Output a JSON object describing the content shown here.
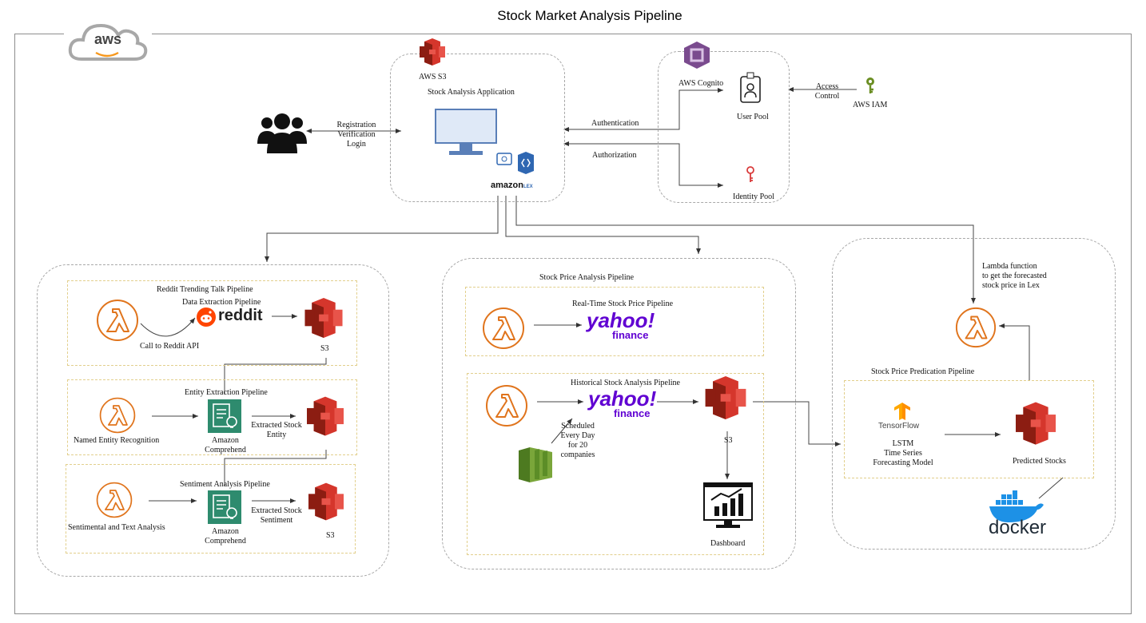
{
  "title": "Stock Market Analysis Pipeline",
  "aws_logo_text": "aws",
  "app": {
    "s3_label": "AWS S3",
    "name": "Stock Analysis Application",
    "lex_logo": "amazon",
    "lex_suffix": "LEX"
  },
  "user_flow": {
    "line1": "Registration",
    "line2": "Verification",
    "line3": "Login"
  },
  "auth": {
    "authentication": "Authentication",
    "authorization": "Authorization"
  },
  "cognito": {
    "label": "AWS Cognito",
    "user_pool": "User Pool",
    "identity_pool": "Identity Pool",
    "access_line1": "Access",
    "access_line2": "Control",
    "iam": "AWS IAM"
  },
  "reddit_group": {
    "reddit_title": "Reddit Trending Talk Pipeline",
    "data_extraction": "Data Extraction Pipeline",
    "reddit_logo": "reddit",
    "call_api": "Call to Reddit API",
    "s3": "S3",
    "entity_title": "Entity Extraction Pipeline",
    "ner": "Named Entity Recognition",
    "comprehend1_a": "Amazon",
    "comprehend1_b": "Comprehend",
    "extracted_entity_a": "Extracted Stock",
    "extracted_entity_b": "Entity",
    "sentiment_title": "Sentiment Analysis Pipeline",
    "sentiment_text": "Sentimental and Text Analysis",
    "comprehend2_a": "Amazon",
    "comprehend2_b": "Comprehend",
    "extracted_sent_a": "Extracted Stock",
    "extracted_sent_b": "Sentiment",
    "s3_b": "S3"
  },
  "price_group": {
    "title": "Stock Price Analysis Pipeline",
    "realtime_title": "Real-Time Stock Price Pipeline",
    "yahoo": "yahoo!",
    "finance": "finance",
    "historical_title": "Historical Stock Analysis Pipeline",
    "scheduled_1": "Scheduled",
    "scheduled_2": "Every Day",
    "scheduled_3": "for 20",
    "scheduled_4": "companies",
    "s3": "S3",
    "dashboard": "Dashboard"
  },
  "predict_group": {
    "lambda_1": "Lambda function",
    "lambda_2": "to get the forecasted",
    "lambda_3": "stock price in Lex",
    "title": "Stock Price Predication Pipeline",
    "tensorflow": "TensorFlow",
    "lstm_1": "LSTM",
    "lstm_2": "Time Series",
    "lstm_3": "Forecasting Model",
    "predicted": "Predicted Stocks",
    "docker": "docker"
  },
  "colors": {
    "lambda": "#e0741c",
    "s3_dark": "#8c1d12",
    "s3": "#d5362c",
    "s3_light": "#e8544a",
    "comprehend": "#2e8b6e",
    "cognito": "#7a4b8e",
    "yahoo": "#6001d2",
    "docker": "#1d91e6",
    "reddit": "#ff4500",
    "iam": "#6b8e23",
    "lex": "#2f67b2"
  }
}
